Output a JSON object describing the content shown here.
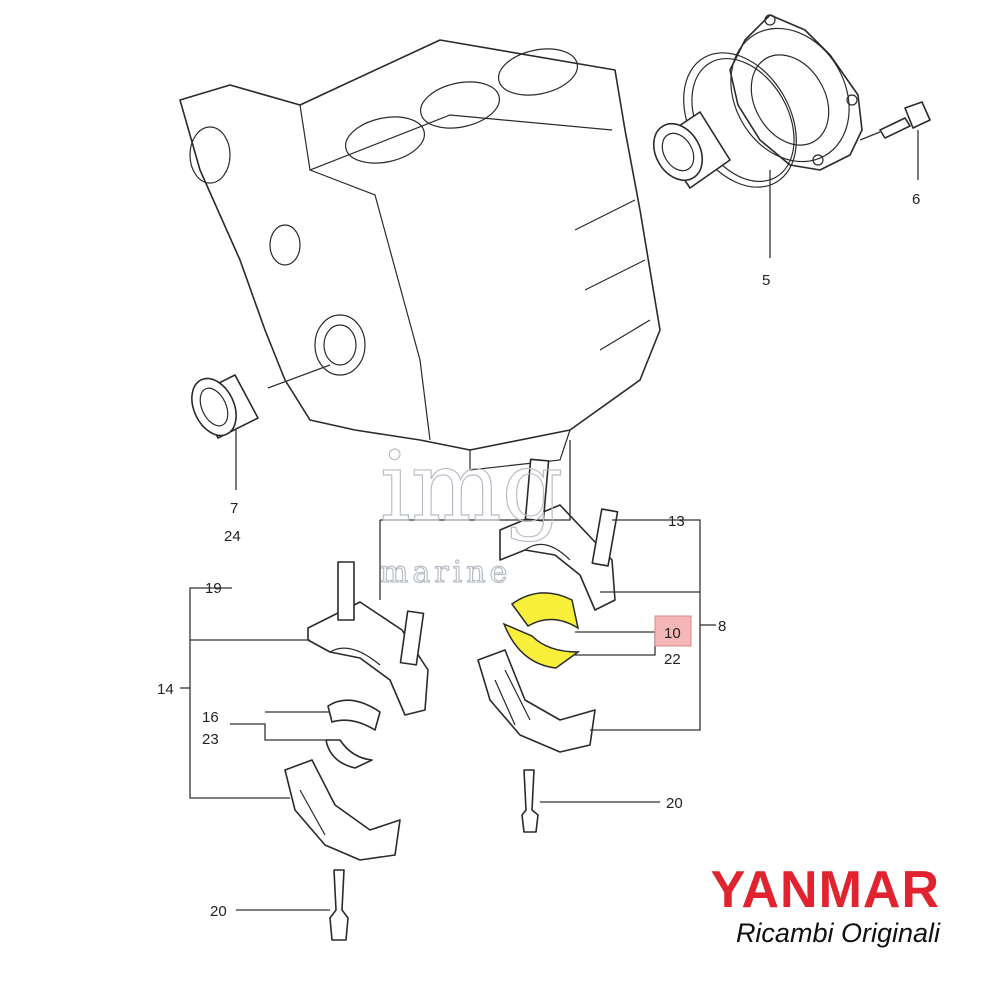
{
  "callouts": {
    "c5": "5",
    "c6": "6",
    "c7": "7",
    "c24": "24",
    "c13": "13",
    "c8": "8",
    "c10": "10",
    "c22": "22",
    "c19": "19",
    "c14": "14",
    "c16": "16",
    "c23": "23",
    "c20_right": "20",
    "c20_left": "20"
  },
  "highlighted_part": "10",
  "colors": {
    "highlight": "#f7ef3a",
    "callout_box": "#f4b6b6",
    "brand_red": "#e0232e",
    "line": "#333333"
  },
  "watermark": {
    "line1": "img",
    "line2": "marine"
  },
  "brand": {
    "name": "YANMAR",
    "subtitle": "Ricambi Originali"
  }
}
